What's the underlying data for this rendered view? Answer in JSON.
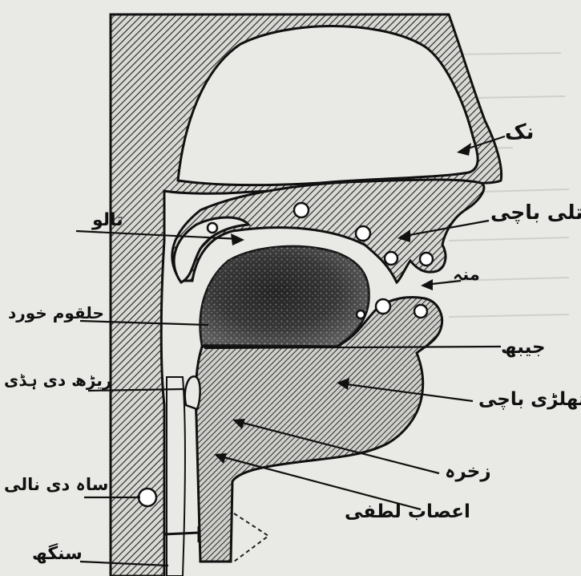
{
  "diagram": {
    "labels": {
      "nose": "نک",
      "upper_lip": "اتلی باچی",
      "palate": "تالو",
      "mouth": "منہ",
      "small_throat": "حلقوم خورد",
      "tongue": "جیبھ",
      "lower_lip": "تھلڑی باچی",
      "spine": "ریڑھ دی ہڈی",
      "larynx": "زخرہ",
      "nerves": "اعصاب لطفی",
      "windpipe": "ساہ دی نالی",
      "throat": "سنگھ"
    },
    "colors": {
      "ink": "#1a1a1a",
      "paper": "#e9e9e6",
      "ghost_text": "#cfcfcb"
    }
  }
}
